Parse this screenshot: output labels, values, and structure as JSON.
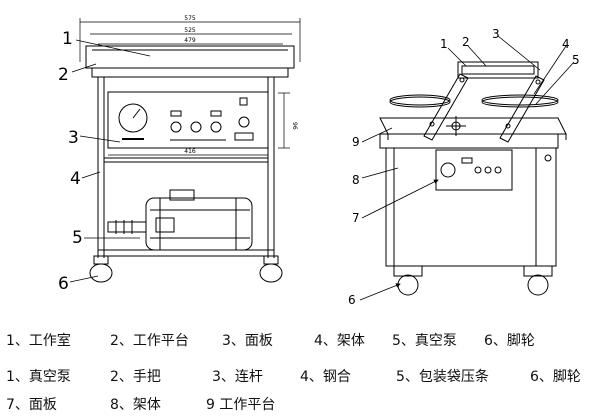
{
  "left_drawing": {
    "callouts": [
      "1",
      "2",
      "3",
      "4",
      "5",
      "6"
    ],
    "dimensions": {
      "overall_width": "575",
      "inner_width_top": "525",
      "inner_width_second": "479",
      "panel_width": "416",
      "panel_height": "96"
    }
  },
  "right_drawing": {
    "callouts": [
      "1",
      "2",
      "3",
      "4",
      "5",
      "9",
      "8",
      "7",
      "6"
    ]
  },
  "legend": {
    "row1": [
      "1、工作室",
      "2、工作平台",
      "3、面板",
      "4、架体",
      "5、真空泵",
      "6、脚轮"
    ],
    "row2": [
      "1、真空泵",
      "2、手把",
      "3、连杆",
      "4、钢合",
      "5、包装袋压条",
      "6、脚轮"
    ],
    "row3": [
      "7、面板",
      "8、架体",
      "9 工作平台"
    ]
  }
}
